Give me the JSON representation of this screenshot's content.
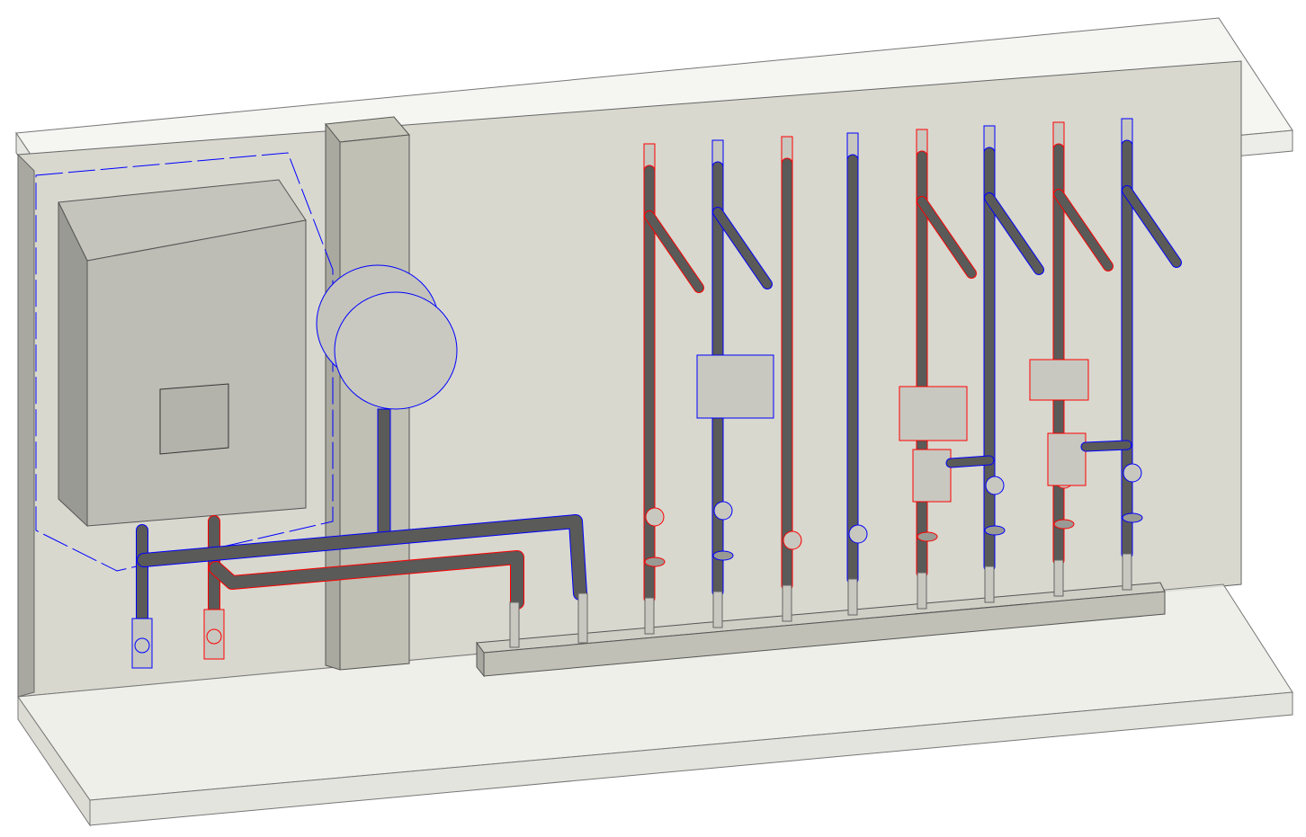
{
  "view": {
    "type": "3D isometric mechanical room piping model",
    "background": "#ffffff"
  },
  "colors": {
    "wall": "#d8d8cf",
    "wall_edge": "#555555",
    "slab": "#e9e9e3",
    "equipment": "#c8c8c0",
    "pipe": "#5a5a58",
    "hot_outline": "#ff0000",
    "cold_outline": "#0000ff"
  },
  "risers": [
    {
      "system": "hot",
      "valve": true
    },
    {
      "system": "cold",
      "valve": true
    },
    {
      "system": "hot",
      "valve": false
    },
    {
      "system": "cold",
      "valve": false
    },
    {
      "system": "hot",
      "valve": true
    },
    {
      "system": "cold",
      "valve": true
    },
    {
      "system": "hot",
      "valve": true
    },
    {
      "system": "cold",
      "valve": true
    }
  ]
}
